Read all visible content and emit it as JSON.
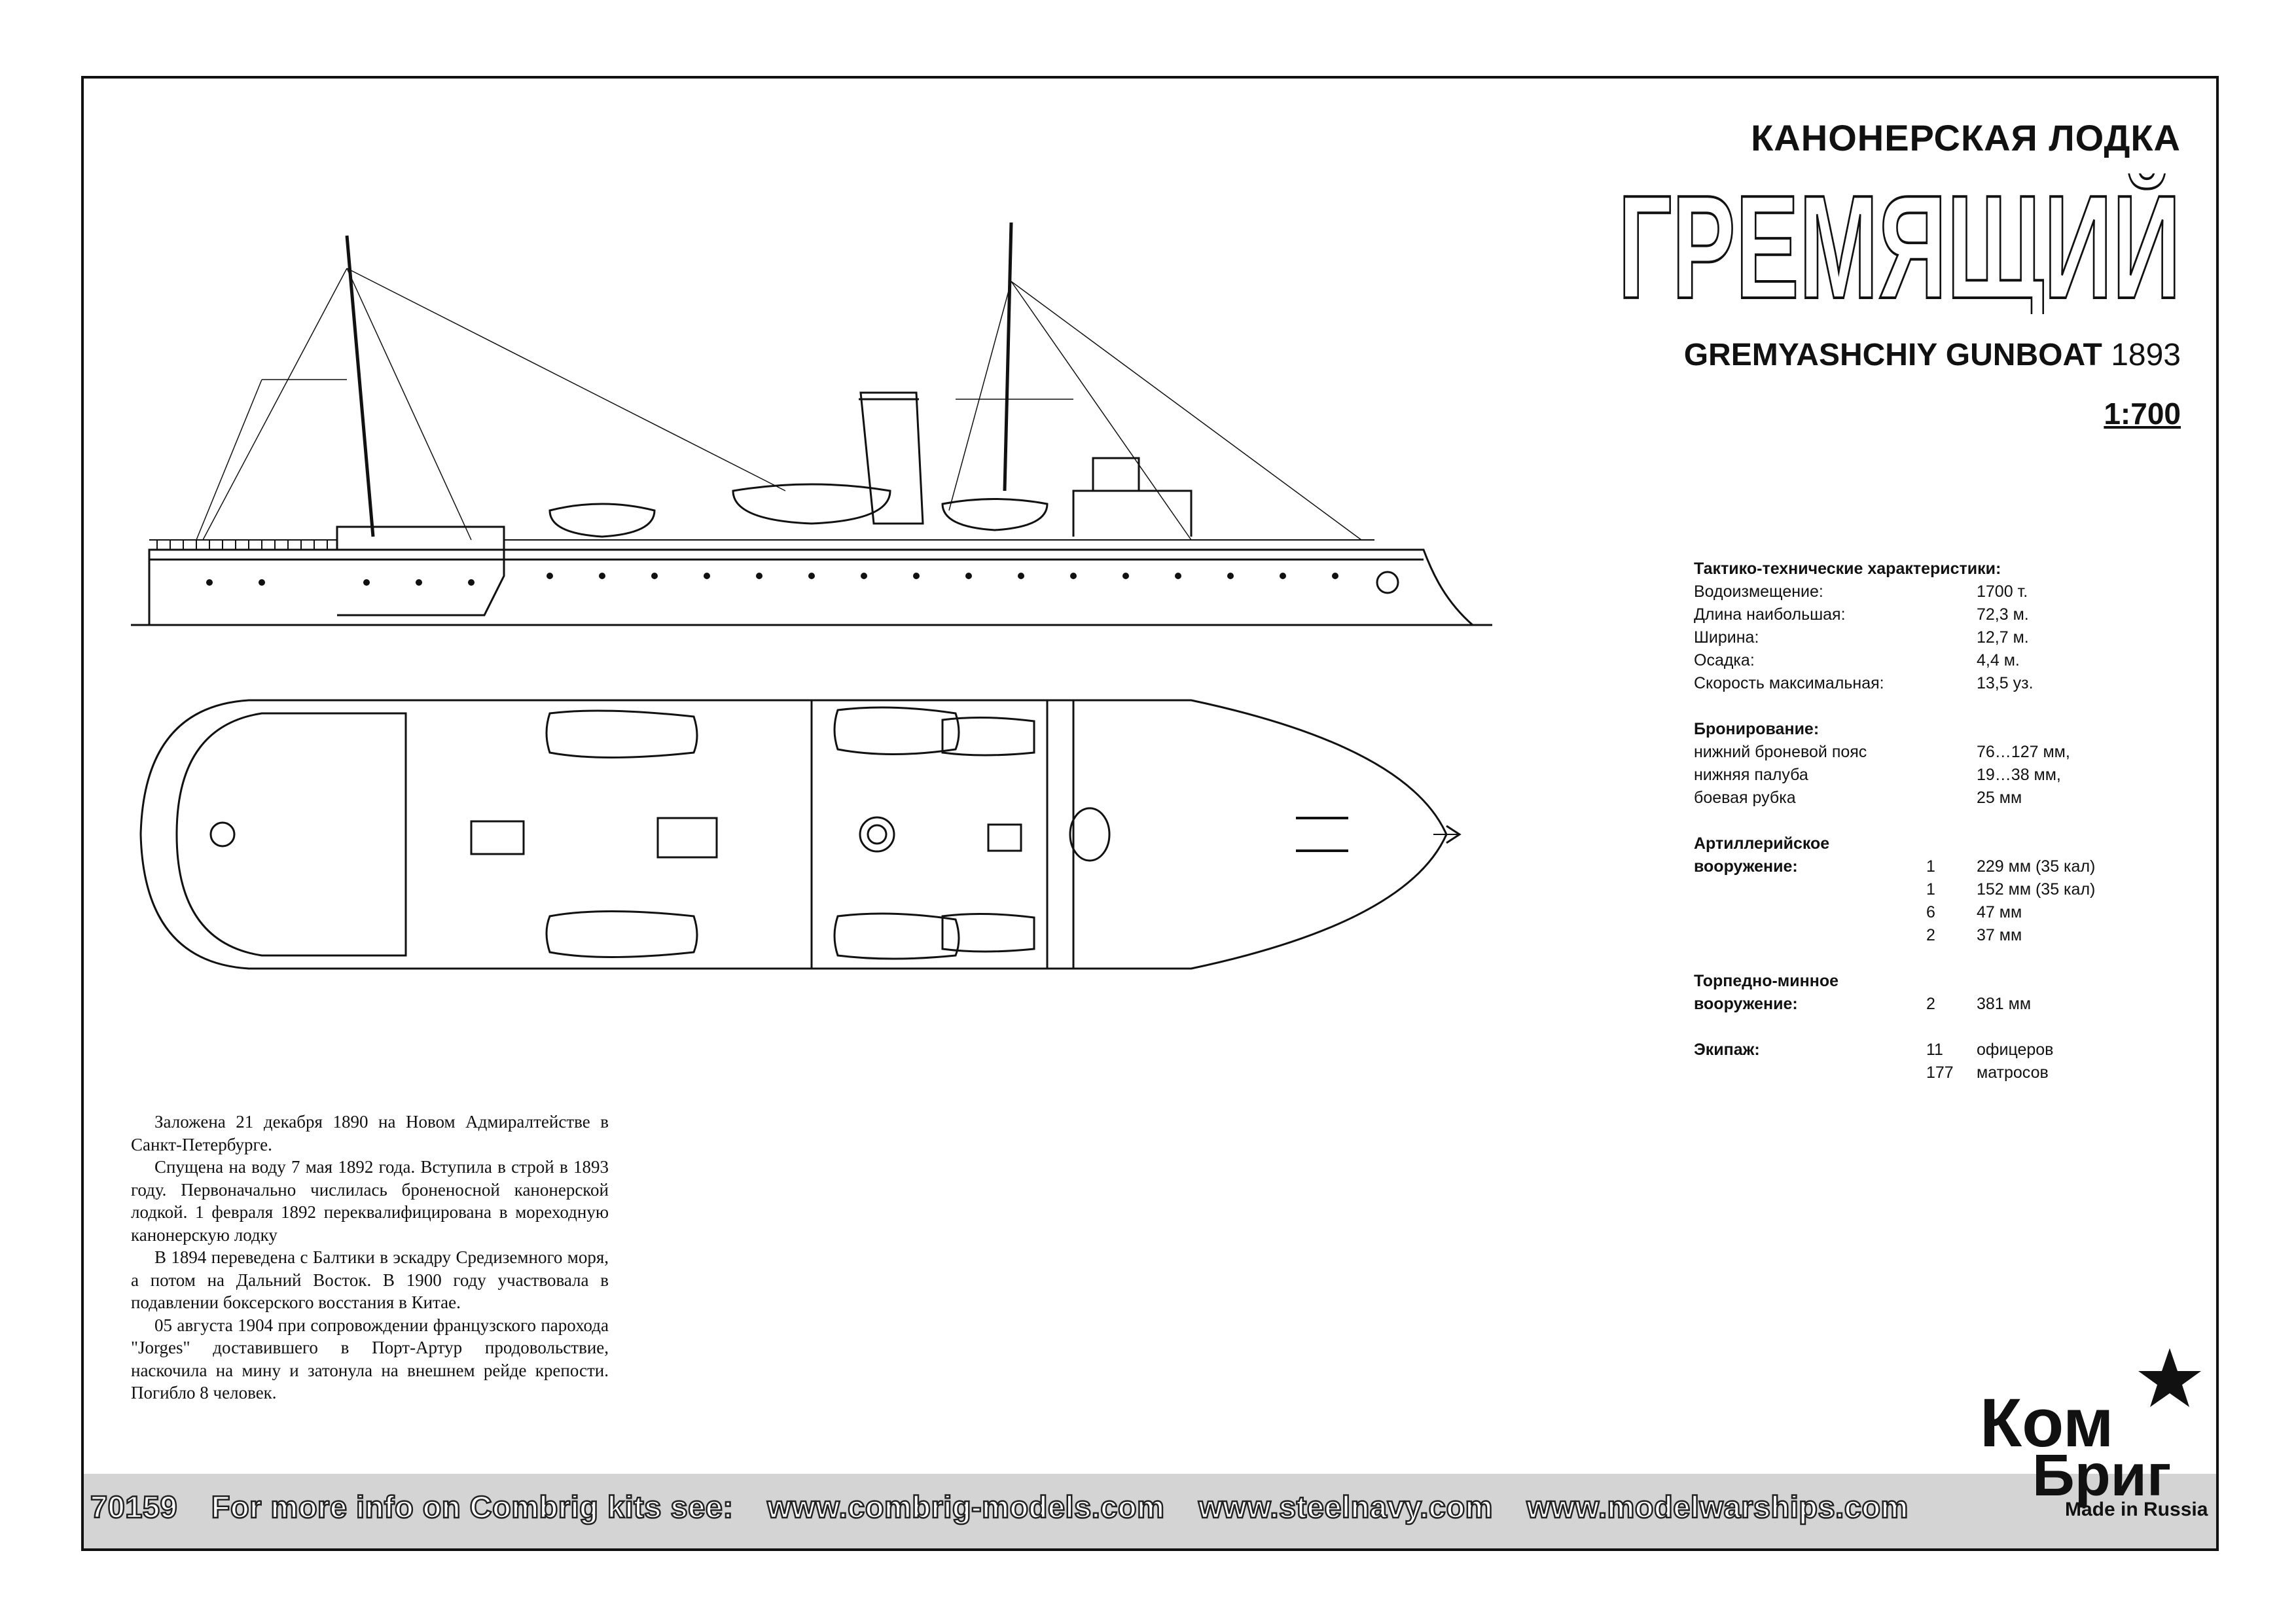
{
  "header": {
    "title_ru": "КАНОНЕРСКАЯ ЛОДКА",
    "ship_name_stylized": "ГРЕМЯЩИЙ",
    "subtitle": "GREMYASHCHIY GUNBOAT",
    "year": "1893",
    "scale": "1:700"
  },
  "specs": {
    "heading": "Тактико-технические характеристики:",
    "general": [
      {
        "label": "Водоизмещение:",
        "value": "1700 т."
      },
      {
        "label": "Длина наибольшая:",
        "value": "72,3 м."
      },
      {
        "label": "Ширина:",
        "value": "12,7 м."
      },
      {
        "label": "Осадка:",
        "value": "4,4 м."
      },
      {
        "label": "Скорость максимальная:",
        "value": "13,5 уз."
      }
    ],
    "armor_heading": "Бронирование:",
    "armor": [
      {
        "label": "нижний броневой пояс",
        "value": "76…127 мм,"
      },
      {
        "label": "нижняя палуба",
        "value": "19…38 мм,"
      },
      {
        "label": "боевая рубка",
        "value": "25 мм"
      }
    ],
    "artillery_heading_1": "Артиллерийское",
    "artillery_heading_2": "вооружение:",
    "artillery": [
      {
        "qty": "1",
        "value": "229 мм (35 кал)"
      },
      {
        "qty": "1",
        "value": "152 мм (35 кал)"
      },
      {
        "qty": "6",
        "value": "47 мм"
      },
      {
        "qty": "2",
        "value": "37 мм"
      }
    ],
    "torpedo_heading_1": "Торпедно-минное",
    "torpedo_heading_2": "вооружение:",
    "torpedo": [
      {
        "qty": "2",
        "value": "381 мм"
      }
    ],
    "crew_heading": "Экипаж:",
    "crew": [
      {
        "qty": "11",
        "value": "офицеров"
      },
      {
        "qty": "177",
        "value": "матросов"
      }
    ]
  },
  "history": [
    "Заложена 21 декабря 1890 на Новом Адмиралтействе в Санкт-Петербурге.",
    "Спущена на воду 7 мая 1892 года. Вступила в строй в 1893 году. Первоначально числилась броненосной канонерской лодкой. 1 февраля 1892 переквалифицирована в мореходную канонерскую лодку",
    "В 1894 переведена с Балтики в эскадру Средиземного моря, а потом на Дальний Восток. В 1900 году участвовала в подавлении боксерского восстания в Китае.",
    "05 августа 1904 при сопровождении французского парохода \"Jorges\" доставившего в Порт-Артур продовольствие, наскочила на мину и затонула на внешнем рейде крепости. Погибло 8 человек."
  ],
  "footer": {
    "kit_number": "70159",
    "info_text": "For more info on Combrig kits see:",
    "links": [
      "www.combrig-models.com",
      "www.steelnavy.com",
      "www.modelwarships.com"
    ]
  },
  "logo": {
    "line1": "Ком",
    "line2": "Бриг",
    "made_in": "Made in Russia"
  }
}
